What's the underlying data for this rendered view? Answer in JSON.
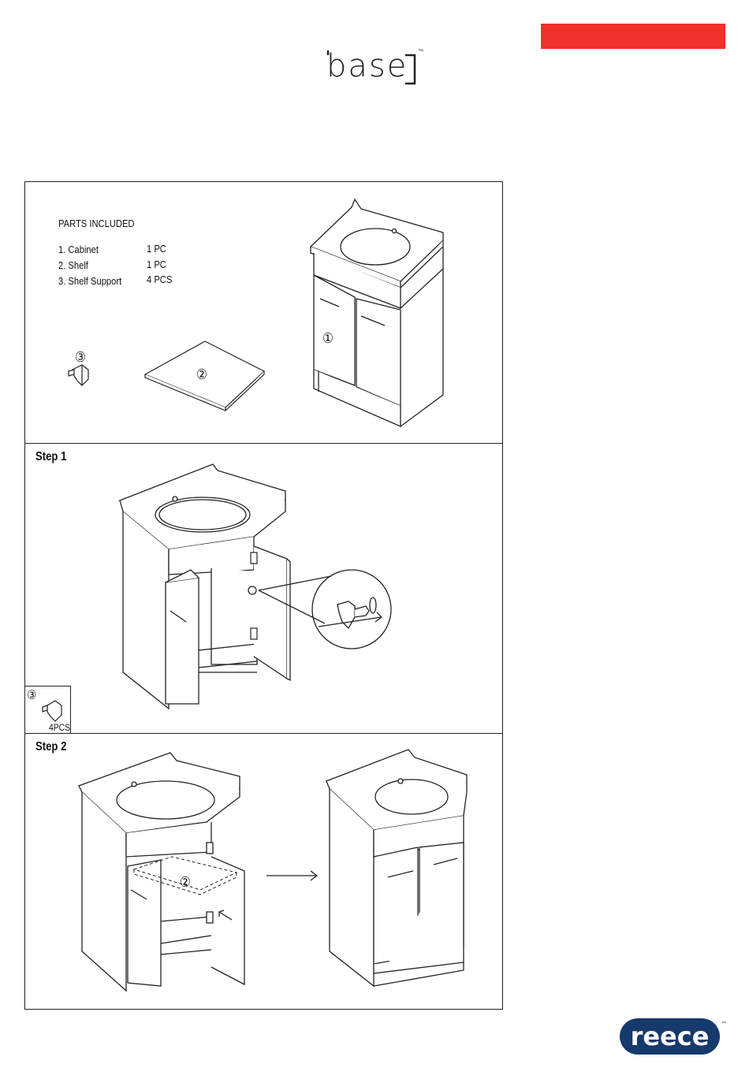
{
  "brand": {
    "name": "base",
    "tm": "™",
    "accent_color": "#f0302a",
    "retailer": "reece",
    "retailer_tm": "™",
    "retailer_color": "#153a6b"
  },
  "parts": {
    "heading": "PARTS INCLUDED",
    "items": [
      {
        "name": "1. Cabinet",
        "qty": "1 PC"
      },
      {
        "name": "2. Shelf",
        "qty": "1 PC"
      },
      {
        "name": "3. Shelf Support",
        "qty": "4 PCS"
      }
    ],
    "callouts": {
      "cabinet": "①",
      "shelf": "②",
      "support": "③"
    }
  },
  "step1": {
    "title": "Step 1",
    "legend_marker": "③",
    "legend_qty": "4PCS"
  },
  "step2": {
    "title": "Step 2",
    "shelf_marker": "②"
  },
  "icons": [
    "cabinet-illustration",
    "shelf-illustration",
    "shelf-support-icon",
    "zoom-detail-icon",
    "arrow-icon"
  ]
}
